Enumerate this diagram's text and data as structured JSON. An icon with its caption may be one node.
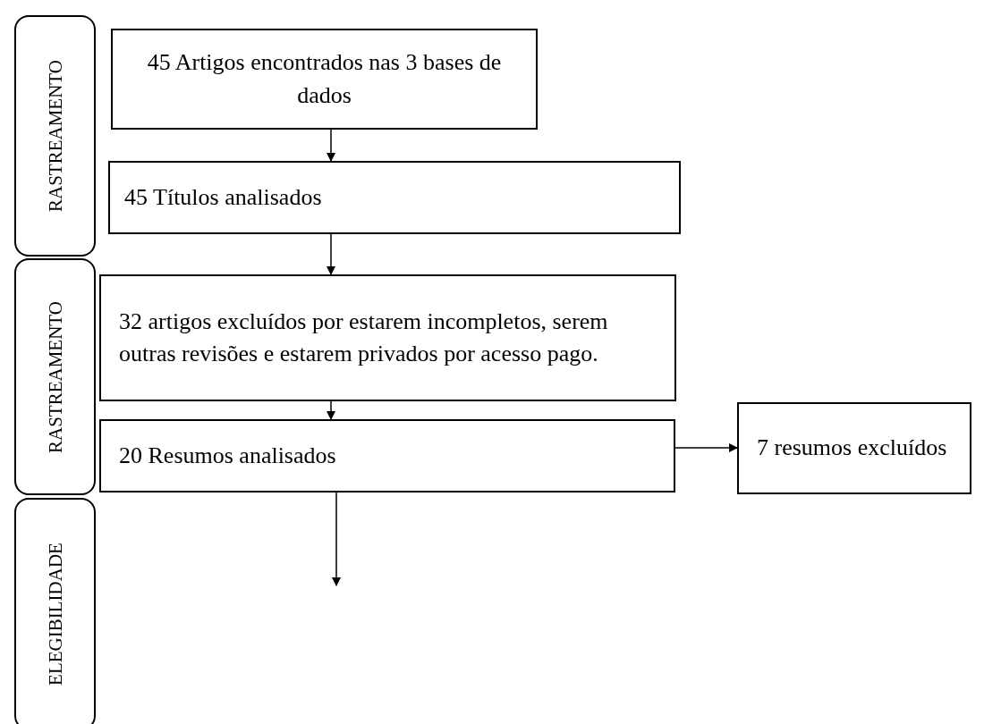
{
  "diagram": {
    "nodes": [
      {
        "text": [
          "RASTREAMENTO"
        ]
      },
      {
        "text": [
          "45 Artigos encontrados nas 3 bases de dados"
        ]
      },
      {
        "text": [
          "45 Títulos analisados"
        ]
      },
      {
        "text": [
          "RASTREAMENTO"
        ]
      },
      {
        "text": [
          "32 artigos excluídos por estarem incompletos, serem outras revisões e estarem privados por acesso pago."
        ]
      },
      {
        "text": [
          "20 Resumos analisados"
        ]
      },
      {
        "text": [
          "7 resumos excluídos"
        ]
      },
      {
        "text": [
          "ELEGIBILIDADE"
        ]
      }
    ],
    "edges": [
      {
        "from": 1,
        "to": 2,
        "arrow": "to"
      },
      {
        "from": 2,
        "to": 4,
        "arrow": "to"
      },
      {
        "from": 4,
        "to": 5,
        "arrow": "to"
      },
      {
        "from": 5,
        "to": 6,
        "arrow": "to"
      },
      {
        "from": 5,
        "to": null,
        "arrow": "to"
      }
    ]
  }
}
